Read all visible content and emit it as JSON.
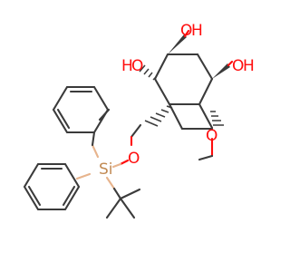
{
  "molecule": {
    "atom_labels": {
      "oh_top_o": "O",
      "oh_top_h": "H",
      "ho_left_h": "H",
      "ho_left_o": "O",
      "oh_right_o": "O",
      "oh_right_h": "H",
      "methoxy_o": "O",
      "ether_o": "O",
      "silicon": "Si"
    },
    "colors": {
      "bond": "#3b3b3b",
      "oxygen": "#ff0d0d",
      "silicon": "#c18a53",
      "silicon_bond": "#e7b48d"
    }
  }
}
